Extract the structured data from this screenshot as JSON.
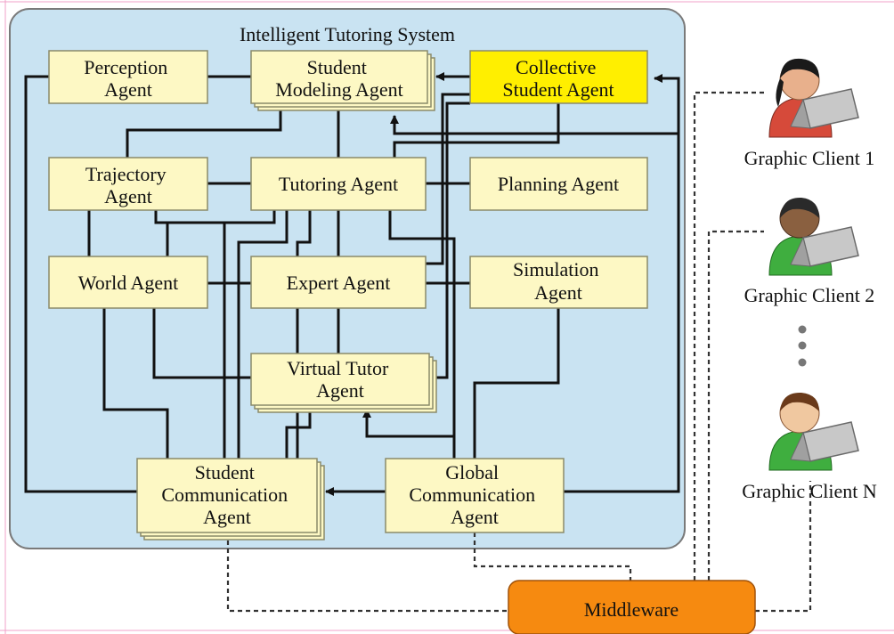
{
  "system": {
    "title": "Intelligent Tutoring System"
  },
  "agents": {
    "perception": [
      "Perception",
      "Agent"
    ],
    "student_modeling": [
      "Student",
      "Modeling Agent"
    ],
    "collective": [
      "Collective",
      "Student Agent"
    ],
    "trajectory": [
      "Trajectory",
      "Agent"
    ],
    "tutoring": [
      "Tutoring Agent"
    ],
    "planning": [
      "Planning Agent"
    ],
    "world": [
      "World Agent"
    ],
    "expert": [
      "Expert Agent"
    ],
    "simulation": [
      "Simulation",
      "Agent"
    ],
    "virtual_tutor": [
      "Virtual Tutor",
      "Agent"
    ],
    "student_comm": [
      "Student",
      "Communication",
      "Agent"
    ],
    "global_comm": [
      "Global",
      "Communication",
      "Agent"
    ]
  },
  "middleware": {
    "label": "Middleware"
  },
  "clients": [
    {
      "label": "Graphic Client 1",
      "shirt": "#d64a3a"
    },
    {
      "label": "Graphic Client 2",
      "shirt": "#3fae3f"
    },
    {
      "label": "Graphic Client N",
      "shirt": "#3fae3f"
    }
  ],
  "colors": {
    "system_bg": "#c9e3f2",
    "agent_fill": "#fdf8c4",
    "highlight_fill": "#ffef00",
    "middleware_fill": "#f68a10"
  }
}
